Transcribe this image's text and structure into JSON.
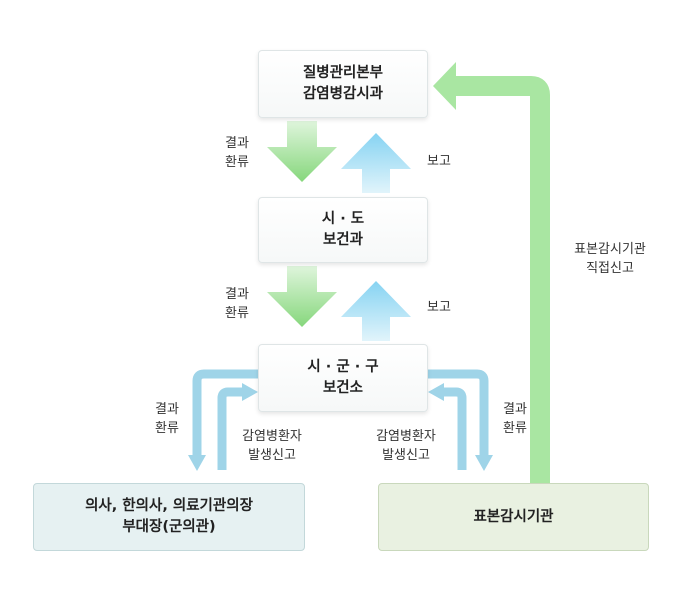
{
  "nodes": {
    "kcdc": {
      "line1": "질병관리본부",
      "line2": "감염병감시과"
    },
    "province": {
      "line1": "시 · 도",
      "line2": "보건과"
    },
    "local": {
      "line1": "시 · 군 · 구",
      "line2": "보건소"
    },
    "doctors": {
      "line1": "의사, 한의사, 의료기관의장",
      "line2": "부대장(군의관)"
    },
    "sentinel": {
      "line1": "표본감시기관"
    }
  },
  "labels": {
    "feedback_top": {
      "line1": "결과",
      "line2": "환류"
    },
    "report_top": "보고",
    "feedback_mid": {
      "line1": "결과",
      "line2": "환류"
    },
    "report_mid": "보고",
    "feedback_left": {
      "line1": "결과",
      "line2": "환류"
    },
    "feedback_right": {
      "line1": "결과",
      "line2": "환류"
    },
    "occurrence_left": {
      "line1": "감염병환자",
      "line2": "발생신고"
    },
    "occurrence_right": {
      "line1": "감염병환자",
      "line2": "발생신고"
    },
    "direct_report": {
      "line1": "표본감시기관",
      "line2": "직접신고"
    }
  },
  "colors": {
    "arrow_green": "#8fdc86",
    "arrow_blue": "#8ed7f3",
    "arrow_light_blue": "#9fd4e8",
    "route_green": "#a9e6a2",
    "doctors_box": "#e6f1f2",
    "sentinel_box": "#e9f1e1"
  }
}
